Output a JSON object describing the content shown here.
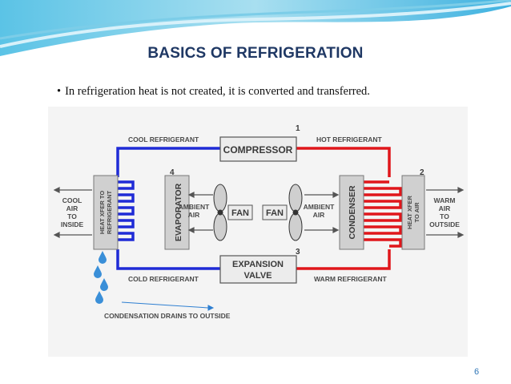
{
  "slide": {
    "title": "BASICS OF REFRIGERATION",
    "bullet": "In refrigeration heat is not created, it is converted and transferred.",
    "page_number": "6"
  },
  "diagram": {
    "cool_refrigerant": "COOL REFRIGERANT",
    "hot_refrigerant": "HOT REFRIGERANT",
    "compressor": "COMPRESSOR",
    "expansion_line1": "EXPANSION",
    "expansion_line2": "VALVE",
    "cold_refrigerant": "COLD REFRIGERANT",
    "warm_refrigerant": "WARM REFRIGERANT",
    "evaporator": "EVAPORATOR",
    "condenser": "CONDENSER",
    "heat_xfer_refrigerant_1": "HEAT XFER TO",
    "heat_xfer_refrigerant_2": "REFRIGERANT",
    "heat_xfer_air_1": "HEAT XFER",
    "heat_xfer_air_2": "TO AIR",
    "cool_air_1": "COOL",
    "cool_air_2": "AIR",
    "cool_air_3": "TO",
    "cool_air_4": "INSIDE",
    "warm_air_1": "WARM",
    "warm_air_2": "AIR",
    "warm_air_3": "TO",
    "warm_air_4": "OUTSIDE",
    "ambient_left_1": "AMBIENT",
    "ambient_left_2": "AIR",
    "ambient_right_1": "AMBIENT",
    "ambient_right_2": "AIR",
    "fan_left": "FAN",
    "fan_right": "FAN",
    "num_1": "1",
    "num_2": "2",
    "num_3": "3",
    "num_4": "4",
    "condensation": "CONDENSATION DRAINS TO OUTSIDE"
  },
  "colors": {
    "title": "#1f3864",
    "cold_line": "#1f2bd6",
    "hot_line": "#e0161b",
    "page_number": "#2e75b6"
  }
}
